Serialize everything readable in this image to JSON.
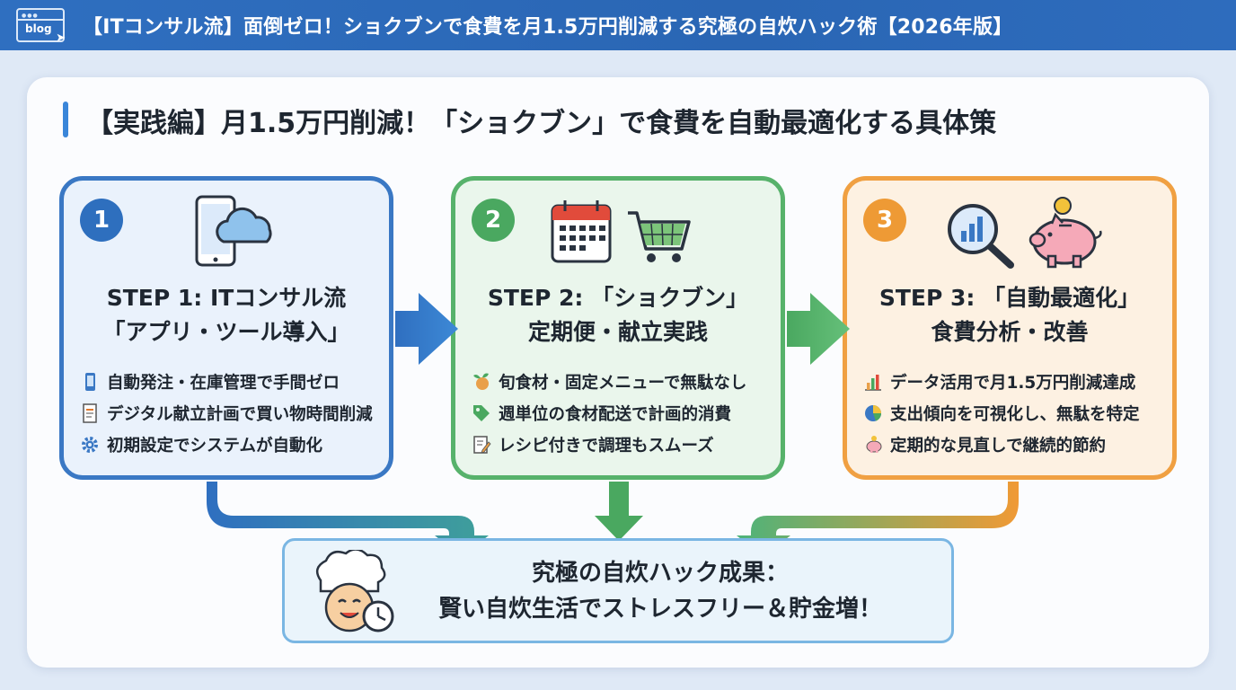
{
  "header": {
    "blog_label": "blog",
    "title": "【ITコンサル流】面倒ゼロ！ショクブンで食費を月1.5万円削減する究極の自炊ハック術【2026年版】"
  },
  "headline": "【実践編】月1.5万円削減！「ショクブン」で食費を自動最適化する具体策",
  "steps": [
    {
      "number": "1",
      "title_line1": "STEP 1: ITコンサル流",
      "title_line2": "「アプリ・ツール導入」",
      "color": "#3a78c4",
      "icons": [
        "smartphone-icon",
        "cloud-icon"
      ],
      "bullets": [
        {
          "icon": "phone-small-icon",
          "text": "自動発注・在庫管理で手間ゼロ"
        },
        {
          "icon": "document-icon",
          "text": "デジタル献立計画で買い物時間削減"
        },
        {
          "icon": "gear-icon",
          "text": "初期設定でシステムが自動化"
        }
      ]
    },
    {
      "number": "2",
      "title_line1": "STEP 2: 「ショクブン」",
      "title_line2": "定期便・献立実践",
      "color": "#57b26b",
      "icons": [
        "calendar-icon",
        "shopping-cart-icon"
      ],
      "bullets": [
        {
          "icon": "vegetable-icon",
          "text": "旬食材・固定メニューで無駄なし"
        },
        {
          "icon": "tag-icon",
          "text": "週単位の食材配送で計画的消費"
        },
        {
          "icon": "memo-icon",
          "text": "レシピ付きで調理もスムーズ"
        }
      ]
    },
    {
      "number": "3",
      "title_line1": "STEP 3: 「自動最適化」",
      "title_line2": "食費分析・改善",
      "color": "#f0a042",
      "icons": [
        "magnifier-chart-icon",
        "piggy-bank-icon"
      ],
      "bullets": [
        {
          "icon": "bar-chart-icon",
          "text": "データ活用で月1.5万円削減達成"
        },
        {
          "icon": "pie-chart-icon",
          "text": "支出傾向を可視化し、無駄を特定"
        },
        {
          "icon": "piggy-small-icon",
          "text": "定期的な見直しで継続的節約"
        }
      ]
    }
  ],
  "result": {
    "icon": "chef-clock-icon",
    "line1": "究極の自炊ハック成果：",
    "line2": "賢い自炊生活でストレスフリー＆貯金増！"
  }
}
